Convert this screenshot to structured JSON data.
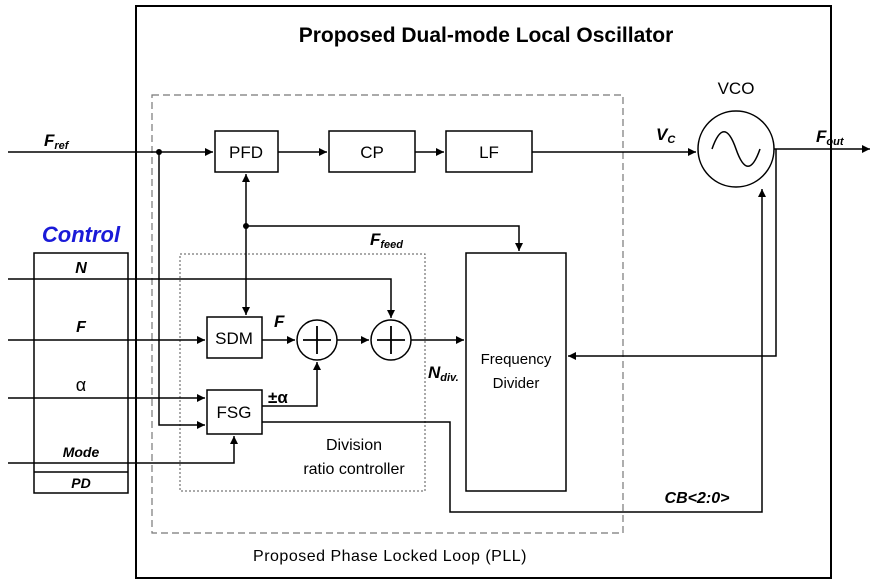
{
  "title": "Proposed Dual-mode Local Oscillator",
  "pll_caption": "Proposed Phase Locked Loop (PLL)",
  "blocks": {
    "pfd": "PFD",
    "cp": "CP",
    "lf": "LF",
    "vco": "VCO",
    "sdm": "SDM",
    "fsg": "FSG",
    "freq_divider_line1": "Frequency",
    "freq_divider_line2": "Divider",
    "drc_line1": "Division",
    "drc_line2": "ratio controller"
  },
  "signals": {
    "fref_main": "F",
    "fref_sub": "ref",
    "fout_main": "F",
    "fout_sub": "out",
    "vc_main": "V",
    "vc_sub": "C",
    "ffeed_main": "F",
    "ffeed_sub": "feed",
    "ndiv_main": "N",
    "ndiv_sub": "div.",
    "f_sdm": "F",
    "pm_alpha": "±α",
    "cb": "CB<2:0>"
  },
  "control": {
    "title": "Control",
    "items": [
      "N",
      "F",
      "α",
      "Mode",
      "PD"
    ]
  },
  "colors": {
    "control_title": "#1a1ad8",
    "line": "#000000"
  }
}
